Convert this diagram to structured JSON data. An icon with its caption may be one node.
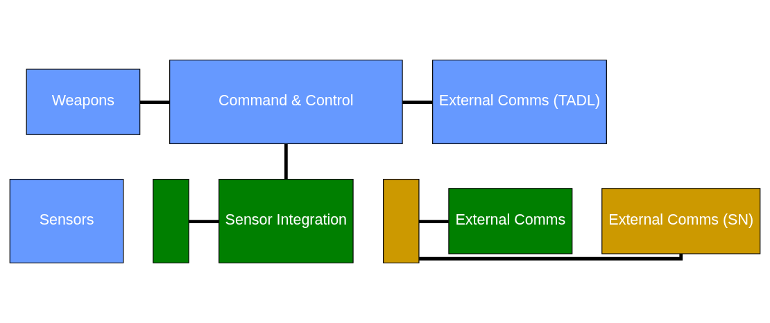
{
  "diagram": {
    "nodes": [
      {
        "text": [
          "Weapons"
        ]
      },
      {
        "text": [
          "Command & Control"
        ]
      },
      {
        "text": [
          "External Comms (TADL)"
        ]
      },
      {
        "text": [
          "Sensors"
        ]
      },
      {
        "text": [],
        "shape": "box"
      },
      {
        "text": [
          "Sensor Integration"
        ]
      },
      {
        "text": [],
        "shape": "box"
      },
      {
        "text": [
          "External Comms"
        ]
      },
      {
        "text": [
          "External Comms (SN)"
        ]
      }
    ],
    "edges": [
      {
        "from": 0,
        "to": 1,
        "arrow": "none"
      },
      {
        "from": 1,
        "to": 2,
        "arrow": "none"
      },
      {
        "from": 1,
        "to": 5,
        "arrow": "none"
      },
      {
        "from": 4,
        "to": 5,
        "arrow": "none"
      },
      {
        "from": 6,
        "to": 7,
        "arrow": "none"
      },
      {
        "from": 6,
        "to": 8,
        "arrow": "none"
      }
    ]
  }
}
